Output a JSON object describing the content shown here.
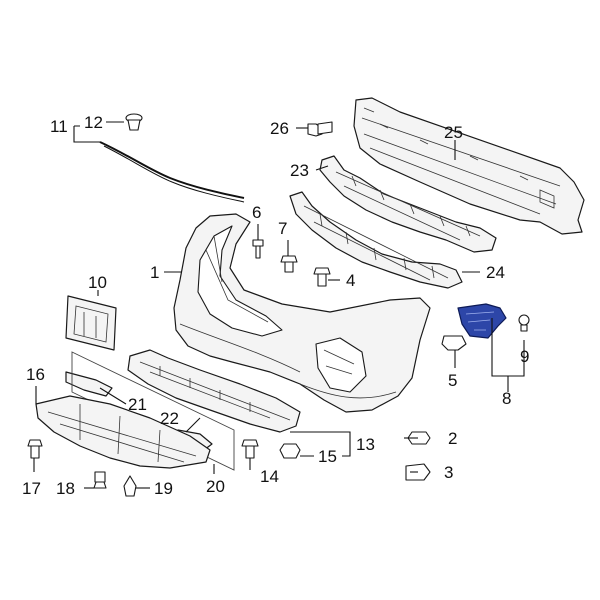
{
  "diagram": {
    "highlight_color": "#2d46a8",
    "callouts": {
      "c1": "1",
      "c2": "2",
      "c3": "3",
      "c4": "4",
      "c5": "5",
      "c6": "6",
      "c7": "7",
      "c8": "8",
      "c9": "9",
      "c10": "10",
      "c11": "11",
      "c12": "12",
      "c13": "13",
      "c14": "14",
      "c15": "15",
      "c16": "16",
      "c17": "17",
      "c18": "18",
      "c19": "19",
      "c20": "20",
      "c21": "21",
      "c22": "22",
      "c23": "23",
      "c24": "24",
      "c25": "25",
      "c26": "26"
    }
  }
}
